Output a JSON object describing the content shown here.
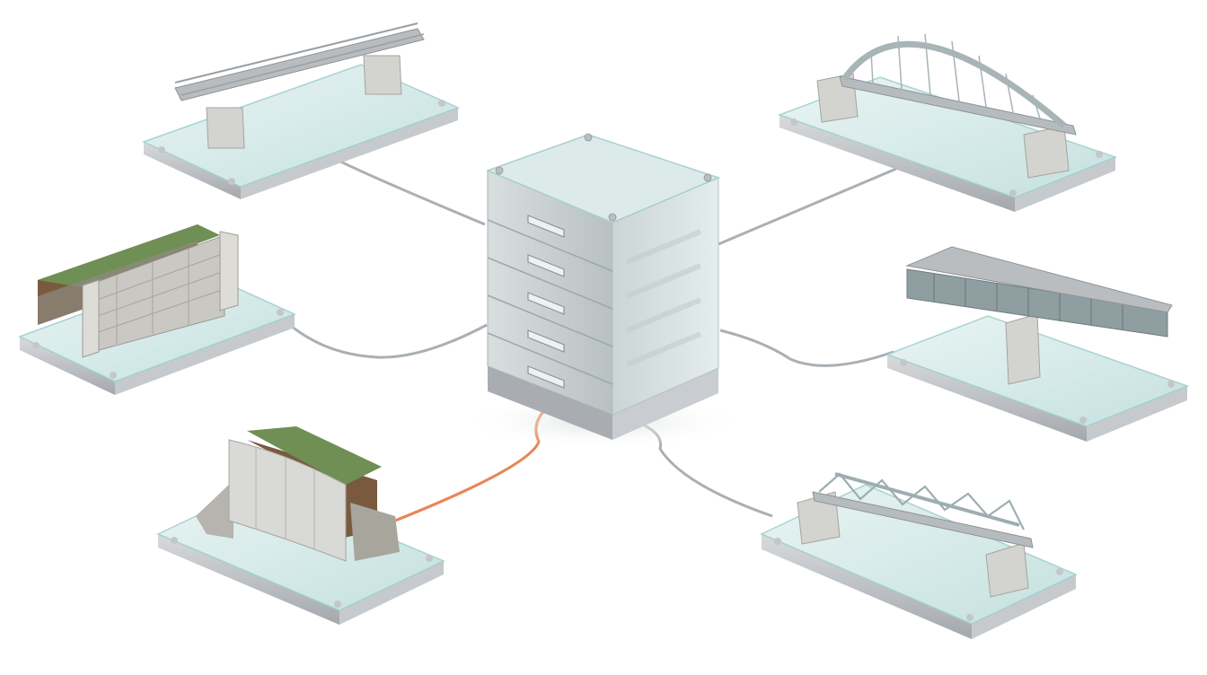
{
  "colors": {
    "background": "#ffffff",
    "glass": "#cfe7e6",
    "glass_edge": "#9fcfcc",
    "metal": "#c3c6c9",
    "metal_dark": "#9a9ea3",
    "concrete": "#d6d6d3",
    "stone": "#b9b8b2",
    "grass": "#6f8f55",
    "soil": "#7a5a3f",
    "cable": "#a9b0b5",
    "active_cable": "#e8865a",
    "steel": "#9eaeb0"
  },
  "nodes": [
    {
      "id": "hub",
      "kind": "filing-cabinet-server",
      "icon": "cabinet-icon",
      "drawers": 5
    },
    {
      "id": "node-girder-bridge",
      "kind": "beam-bridge",
      "icon": "bridge-icon"
    },
    {
      "id": "node-arch-bridge",
      "kind": "arch-bridge",
      "icon": "arch-bridge-icon"
    },
    {
      "id": "node-stone-wall",
      "kind": "masonry-retaining-wall",
      "icon": "wall-icon"
    },
    {
      "id": "node-steel-girder-bridge",
      "kind": "steel-girder-bridge",
      "icon": "girder-icon"
    },
    {
      "id": "node-concrete-wall",
      "kind": "concrete-retaining-wall",
      "icon": "wall-icon"
    },
    {
      "id": "node-truss-bridge",
      "kind": "truss-bridge",
      "icon": "truss-icon"
    }
  ],
  "connections": [
    {
      "from": "hub",
      "to": "node-girder-bridge",
      "active": false
    },
    {
      "from": "hub",
      "to": "node-arch-bridge",
      "active": false
    },
    {
      "from": "hub",
      "to": "node-stone-wall",
      "active": false
    },
    {
      "from": "hub",
      "to": "node-steel-girder-bridge",
      "active": false
    },
    {
      "from": "hub",
      "to": "node-concrete-wall",
      "active": true
    },
    {
      "from": "hub",
      "to": "node-truss-bridge",
      "active": false
    }
  ]
}
